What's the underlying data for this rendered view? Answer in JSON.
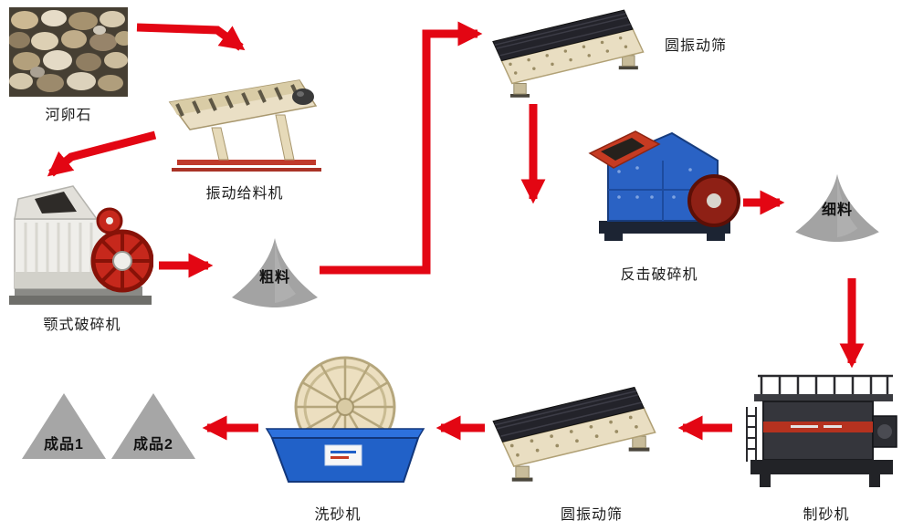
{
  "page": {
    "background": "#ffffff"
  },
  "diagram": {
    "type": "process-flow",
    "title": "",
    "nodes": {
      "pebbles": {
        "label": "河卵石",
        "kind": "raw-material-photo"
      },
      "feeder": {
        "label": "振动给料机",
        "kind": "machine"
      },
      "jaw_crusher": {
        "label": "颚式破碎机",
        "kind": "machine"
      },
      "coarse_pile": {
        "label": "粗料",
        "kind": "material-pile"
      },
      "screen_top": {
        "label": "圆振动筛",
        "kind": "machine"
      },
      "impact_crusher": {
        "label": "反击破碎机",
        "kind": "machine"
      },
      "fine_pile": {
        "label": "细料",
        "kind": "material-pile"
      },
      "sand_maker": {
        "label": "制砂机",
        "kind": "machine"
      },
      "screen_bottom": {
        "label": "圆振动筛",
        "kind": "machine"
      },
      "sand_washer": {
        "label": "洗砂机",
        "kind": "machine"
      },
      "product_1": {
        "label": "成品1",
        "kind": "product-pile"
      },
      "product_2": {
        "label": "成品2",
        "kind": "product-pile"
      }
    },
    "edges": [
      {
        "from": "pebbles",
        "to": "feeder"
      },
      {
        "from": "feeder",
        "to": "jaw_crusher"
      },
      {
        "from": "jaw_crusher",
        "to": "coarse_pile"
      },
      {
        "from": "coarse_pile",
        "to": "screen_top"
      },
      {
        "from": "screen_top",
        "to": "impact_crusher"
      },
      {
        "from": "impact_crusher",
        "to": "fine_pile"
      },
      {
        "from": "fine_pile",
        "to": "sand_maker"
      },
      {
        "from": "sand_maker",
        "to": "screen_bottom"
      },
      {
        "from": "screen_bottom",
        "to": "sand_washer"
      },
      {
        "from": "sand_washer",
        "to": "product_2"
      }
    ],
    "colors": {
      "arrow": "#e30613",
      "pile_gray": "#a3a3a3",
      "machine_beige": "#e9dec2",
      "machine_blue": "#2a62c4",
      "washer_blue": "#2161c8",
      "crusher_red": "#c6281c",
      "background": "#ffffff"
    }
  }
}
